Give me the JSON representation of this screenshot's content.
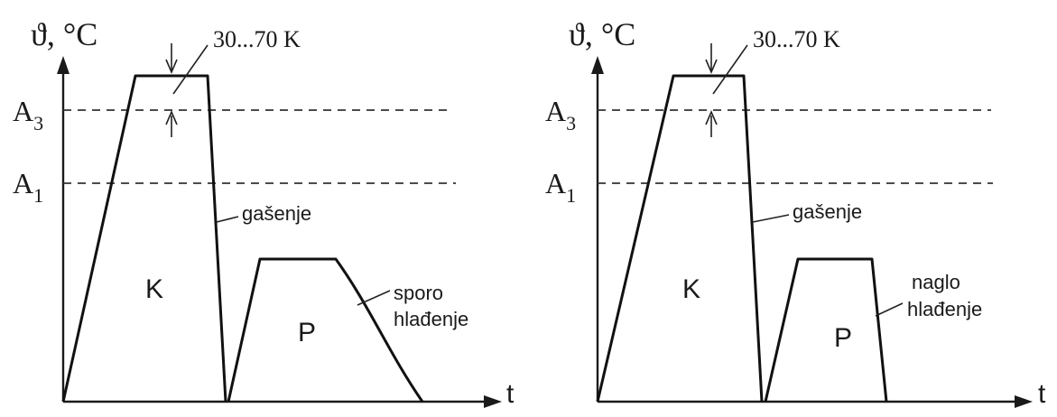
{
  "diagrams": [
    {
      "y_axis_label": "ϑ, °C",
      "x_axis_label": "t",
      "levels": [
        {
          "main": "A",
          "sub": "3"
        },
        {
          "main": "A",
          "sub": "1"
        }
      ],
      "gap_label": "30...70 K",
      "quench_label": "gašenje",
      "region_hardening": "K",
      "region_tempering": "P",
      "cooling_label_line1": "sporo",
      "cooling_label_line2": "hlađenje"
    },
    {
      "y_axis_label": "ϑ, °C",
      "x_axis_label": "t",
      "levels": [
        {
          "main": "A",
          "sub": "3"
        },
        {
          "main": "A",
          "sub": "1"
        }
      ],
      "gap_label": "30...70 K",
      "quench_label": "gašenje",
      "region_hardening": "K",
      "region_tempering": "P",
      "cooling_label_line1": "naglo",
      "cooling_label_line2": "hlađenje"
    }
  ]
}
